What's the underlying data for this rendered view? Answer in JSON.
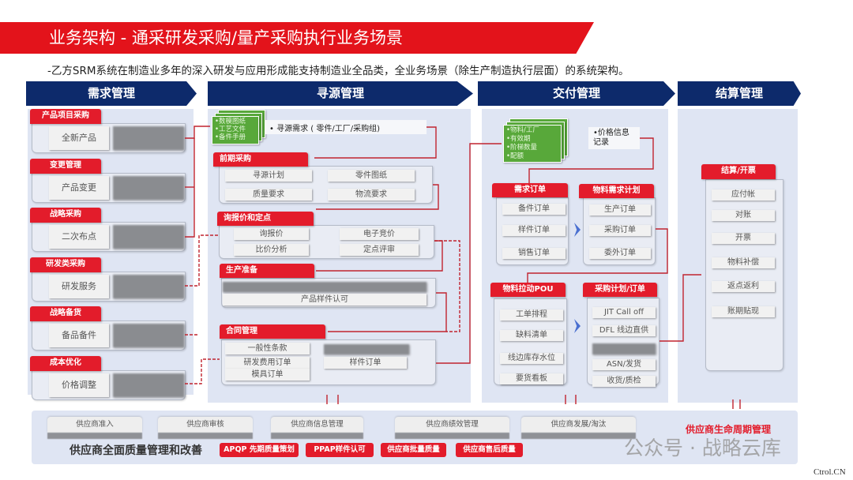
{
  "title": "业务架构 - 通采研发采购/量产采购执行业务场景",
  "subtitle": "-乙方SRM系统在制造业多年的深入研发与应用形成能支持制造业全品类，全业务场景（除生产制造执行层面）的系统架构。",
  "columns": [
    {
      "header": "需求管理"
    },
    {
      "header": "寻源管理"
    },
    {
      "header": "交付管理"
    },
    {
      "header": "结算管理"
    }
  ],
  "demand": {
    "groups": [
      {
        "tag": "产品项目采购",
        "item": "全新产品"
      },
      {
        "tag": "变更管理",
        "item": "产品变更"
      },
      {
        "tag": "战略采购",
        "item": "二次布点"
      },
      {
        "tag": "研发类采购",
        "item": "研发服务"
      },
      {
        "tag": "战略备货",
        "item": "备品备件"
      },
      {
        "tag": "成本优化",
        "item": "价格调整"
      }
    ]
  },
  "sourcing": {
    "doc_lines": [
      "•数模图纸",
      "•工艺文件",
      "•备件手册"
    ],
    "request": "• 寻源需求 ( 零件/工厂/采购组)",
    "stages": [
      {
        "tag": "前期采购",
        "items": [
          "寻源计划",
          "零件图纸",
          "质量要求",
          "物流要求"
        ]
      },
      {
        "tag": "询报价和定点",
        "items": [
          "询报价",
          "电子竞价",
          "比价分析",
          "定点评审"
        ]
      },
      {
        "tag": "生产准备",
        "items": [
          "产品样件认可"
        ]
      },
      {
        "tag": "合同管理",
        "items": [
          "一般性条款",
          "研发费用订单",
          "模具订单",
          "样件订单"
        ]
      }
    ]
  },
  "delivery": {
    "doc_lines": [
      "•物料/工厂",
      "•有效期",
      "•阶梯数量",
      "•配额"
    ],
    "price_record": "•价格信息记录",
    "blocks": [
      {
        "tag": "需求订单",
        "items": [
          "备件订单",
          "样件订单",
          "销售订单"
        ]
      },
      {
        "tag": "物料需求计划",
        "items": [
          "生产订单",
          "采购订单",
          "委外订单"
        ]
      },
      {
        "tag": "物料拉动POU",
        "items": [
          "工单排程",
          "缺料清单",
          "线边库存水位",
          "要货看板"
        ]
      },
      {
        "tag": "采购计划/订单",
        "items": [
          "JIT Call off",
          "DFL 线边直供",
          "ASN/发货",
          "收货/质检"
        ]
      }
    ]
  },
  "settlement": {
    "tag": "结算/开票",
    "items": [
      "应付帐",
      "对账",
      "开票",
      "物料补偿",
      "返点返利",
      "账期贴现"
    ]
  },
  "bottom": {
    "lifecycle_steps": [
      "供应商准入",
      "供应商审核",
      "供应商信息管理",
      "供应商绩效管理",
      "供应商发展/淘汰"
    ],
    "lifecycle_label": "供应商生命周期管理",
    "quality_title": "供应商全面质量管理和改善",
    "quality_tags": [
      "APQP 先期质量策划",
      "PPAP样件认可",
      "供应商批量质量",
      "供应商售后质量"
    ]
  },
  "watermark": "公众号 · 战略云库",
  "corner_mark": "Ctrol.CN",
  "colors": {
    "accent_red": "#e3131b",
    "header_navy": "#0d2a6b",
    "panel": "#dfe5f3",
    "doc_green": "#58a83a"
  }
}
